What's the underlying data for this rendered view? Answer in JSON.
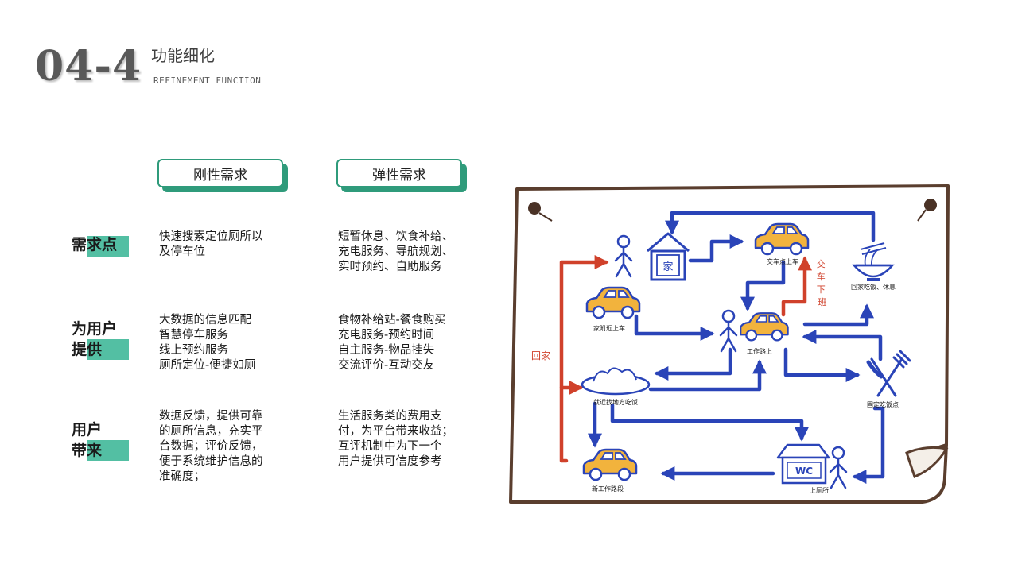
{
  "header": {
    "number": "04-4",
    "title": "功能细化",
    "subtitle": "REFINEMENT FUNCTION"
  },
  "columns": [
    "刚性需求",
    "弹性需求"
  ],
  "rows": [
    {
      "label": "需求点",
      "rigid": "快速搜索定位厕所以\n及停车位",
      "elastic": "短暂休息、饮食补给、\n充电服务、导航规划、\n实时预约、自助服务"
    },
    {
      "label": "为用户\n提供",
      "rigid": "大数据的信息匹配\n智慧停车服务\n线上预约服务\n厕所定位-便捷如厕",
      "elastic": "食物补给站-餐食购买\n充电服务-预约时间\n自主服务-物品挂失\n交流评价-互动交友"
    },
    {
      "label": "用户\n带来",
      "rigid": "数据反馈，提供可靠\n的厕所信息，充实平\n台数据；评价反馈，\n便于系统维护信息的\n准确度；",
      "elastic": "生活服务类的费用支\n付，为平台带来收益；\n互评机制中为下一个\n用户提供可信度参考"
    }
  ],
  "diagram": {
    "nodes": {
      "home_icon": "家",
      "home_car": "家附近上车",
      "commute": "工作路上",
      "dropoff": "交车点上车",
      "home_rest": "回家吃饭、休息",
      "fixed_meal": "固定吃饭点",
      "nearby_meal": "就近找地方吃饭",
      "new_road": "新工作路段",
      "toilet_label": "上厕所",
      "toilet_sign": "WC"
    },
    "red_labels": {
      "go_home": "回家",
      "off_work": "交车下班"
    }
  },
  "colors": {
    "accent": "#2f9b7b",
    "highlight": "#53bfa3",
    "arrow_blue": "#2a44b8",
    "arrow_red": "#d0412b",
    "car_yellow": "#f2b33d"
  }
}
